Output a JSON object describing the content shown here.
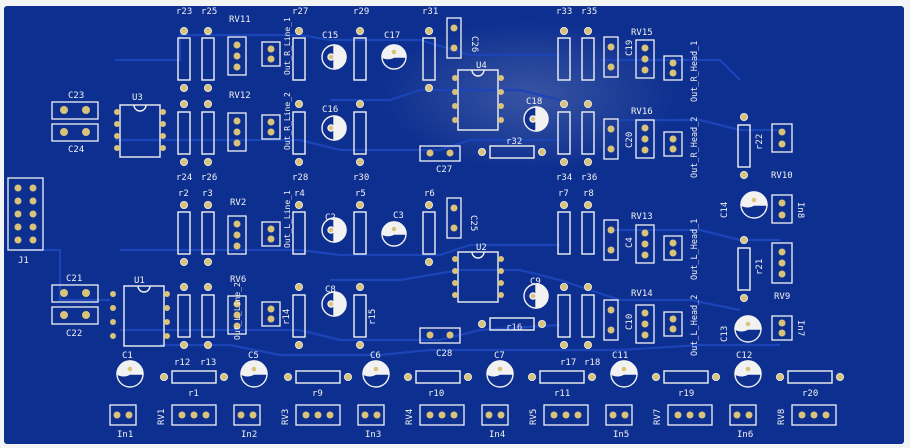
{
  "board": {
    "base_color": "#0d2f8f",
    "trace_color": "#1b44b8",
    "silk_color": "#f2f2f2",
    "pad_color": "#d9c27a",
    "background": "#f3f4f6"
  },
  "labels": {
    "r23": "r23",
    "r25": "r25",
    "rv11": "RV11",
    "r27": "r27",
    "c15": "C15",
    "r29": "r29",
    "c17": "C17",
    "r31": "r31",
    "c26": "C26",
    "r33": "r33",
    "r35": "r35",
    "rv15": "RV15",
    "c19": "C19",
    "out_r_head_1": "Out_R_Head_1",
    "u4": "U4",
    "c23": "C23",
    "c24": "C24",
    "u3": "U3",
    "rv12": "RV12",
    "c16": "C16",
    "out_r_line_1": "Out_R_Line_1",
    "out_r_line_2": "Out_R_Line_2",
    "c18": "C18",
    "rv16": "RV16",
    "c20": "C20",
    "out_r_head_2": "Out_R_Head_2",
    "r22": "r22",
    "r24": "r24",
    "r26": "r26",
    "r28": "r28",
    "r30": "r30",
    "c27": "C27",
    "r32": "r32",
    "r34": "r34",
    "r36": "r36",
    "rv10": "RV10",
    "j1": "J1",
    "r2": "r2",
    "r3": "r3",
    "rv2": "RV2",
    "r4": "r4",
    "c2": "C2",
    "r5": "r5",
    "c3": "C3",
    "r6": "r6",
    "c25": "C25",
    "r7": "r7",
    "r8": "r8",
    "rv13": "RV13",
    "c4": "C4",
    "out_l_head_1": "Out_L_Head_1",
    "c14": "C14",
    "in8": "In8",
    "out_l_line_1": "Out_L_Line_1",
    "u2": "U2",
    "r21": "r21",
    "rv9": "RV9",
    "c21": "C21",
    "c22": "C22",
    "u1": "U1",
    "rv6": "RV6",
    "out_l_line_2": "Out_L_Line_2",
    "r14": "r14",
    "c8": "C8",
    "r15": "r15",
    "c9": "C9",
    "rv14": "RV14",
    "c10": "C10",
    "out_l_head_2": "Out_L_Head_2",
    "c13": "C13",
    "in7": "In7",
    "r16": "r16",
    "c28": "C28",
    "c1": "C1",
    "r12": "r12",
    "r13": "r13",
    "c5": "C5",
    "c6": "C6",
    "c7": "C7",
    "r17": "r17",
    "r18": "r18",
    "c11": "C11",
    "c12": "C12",
    "r1": "r1",
    "r9": "r9",
    "r10": "r10",
    "r11": "r11",
    "r19": "r19",
    "r20": "r20",
    "rv1": "RV1",
    "rv3": "RV3",
    "rv4": "RV4",
    "rv5": "RV5",
    "rv7": "RV7",
    "rv8": "RV8",
    "in1": "In1",
    "in2": "In2",
    "in3": "In3",
    "in4": "In4",
    "in5": "In5",
    "in6": "In6"
  }
}
